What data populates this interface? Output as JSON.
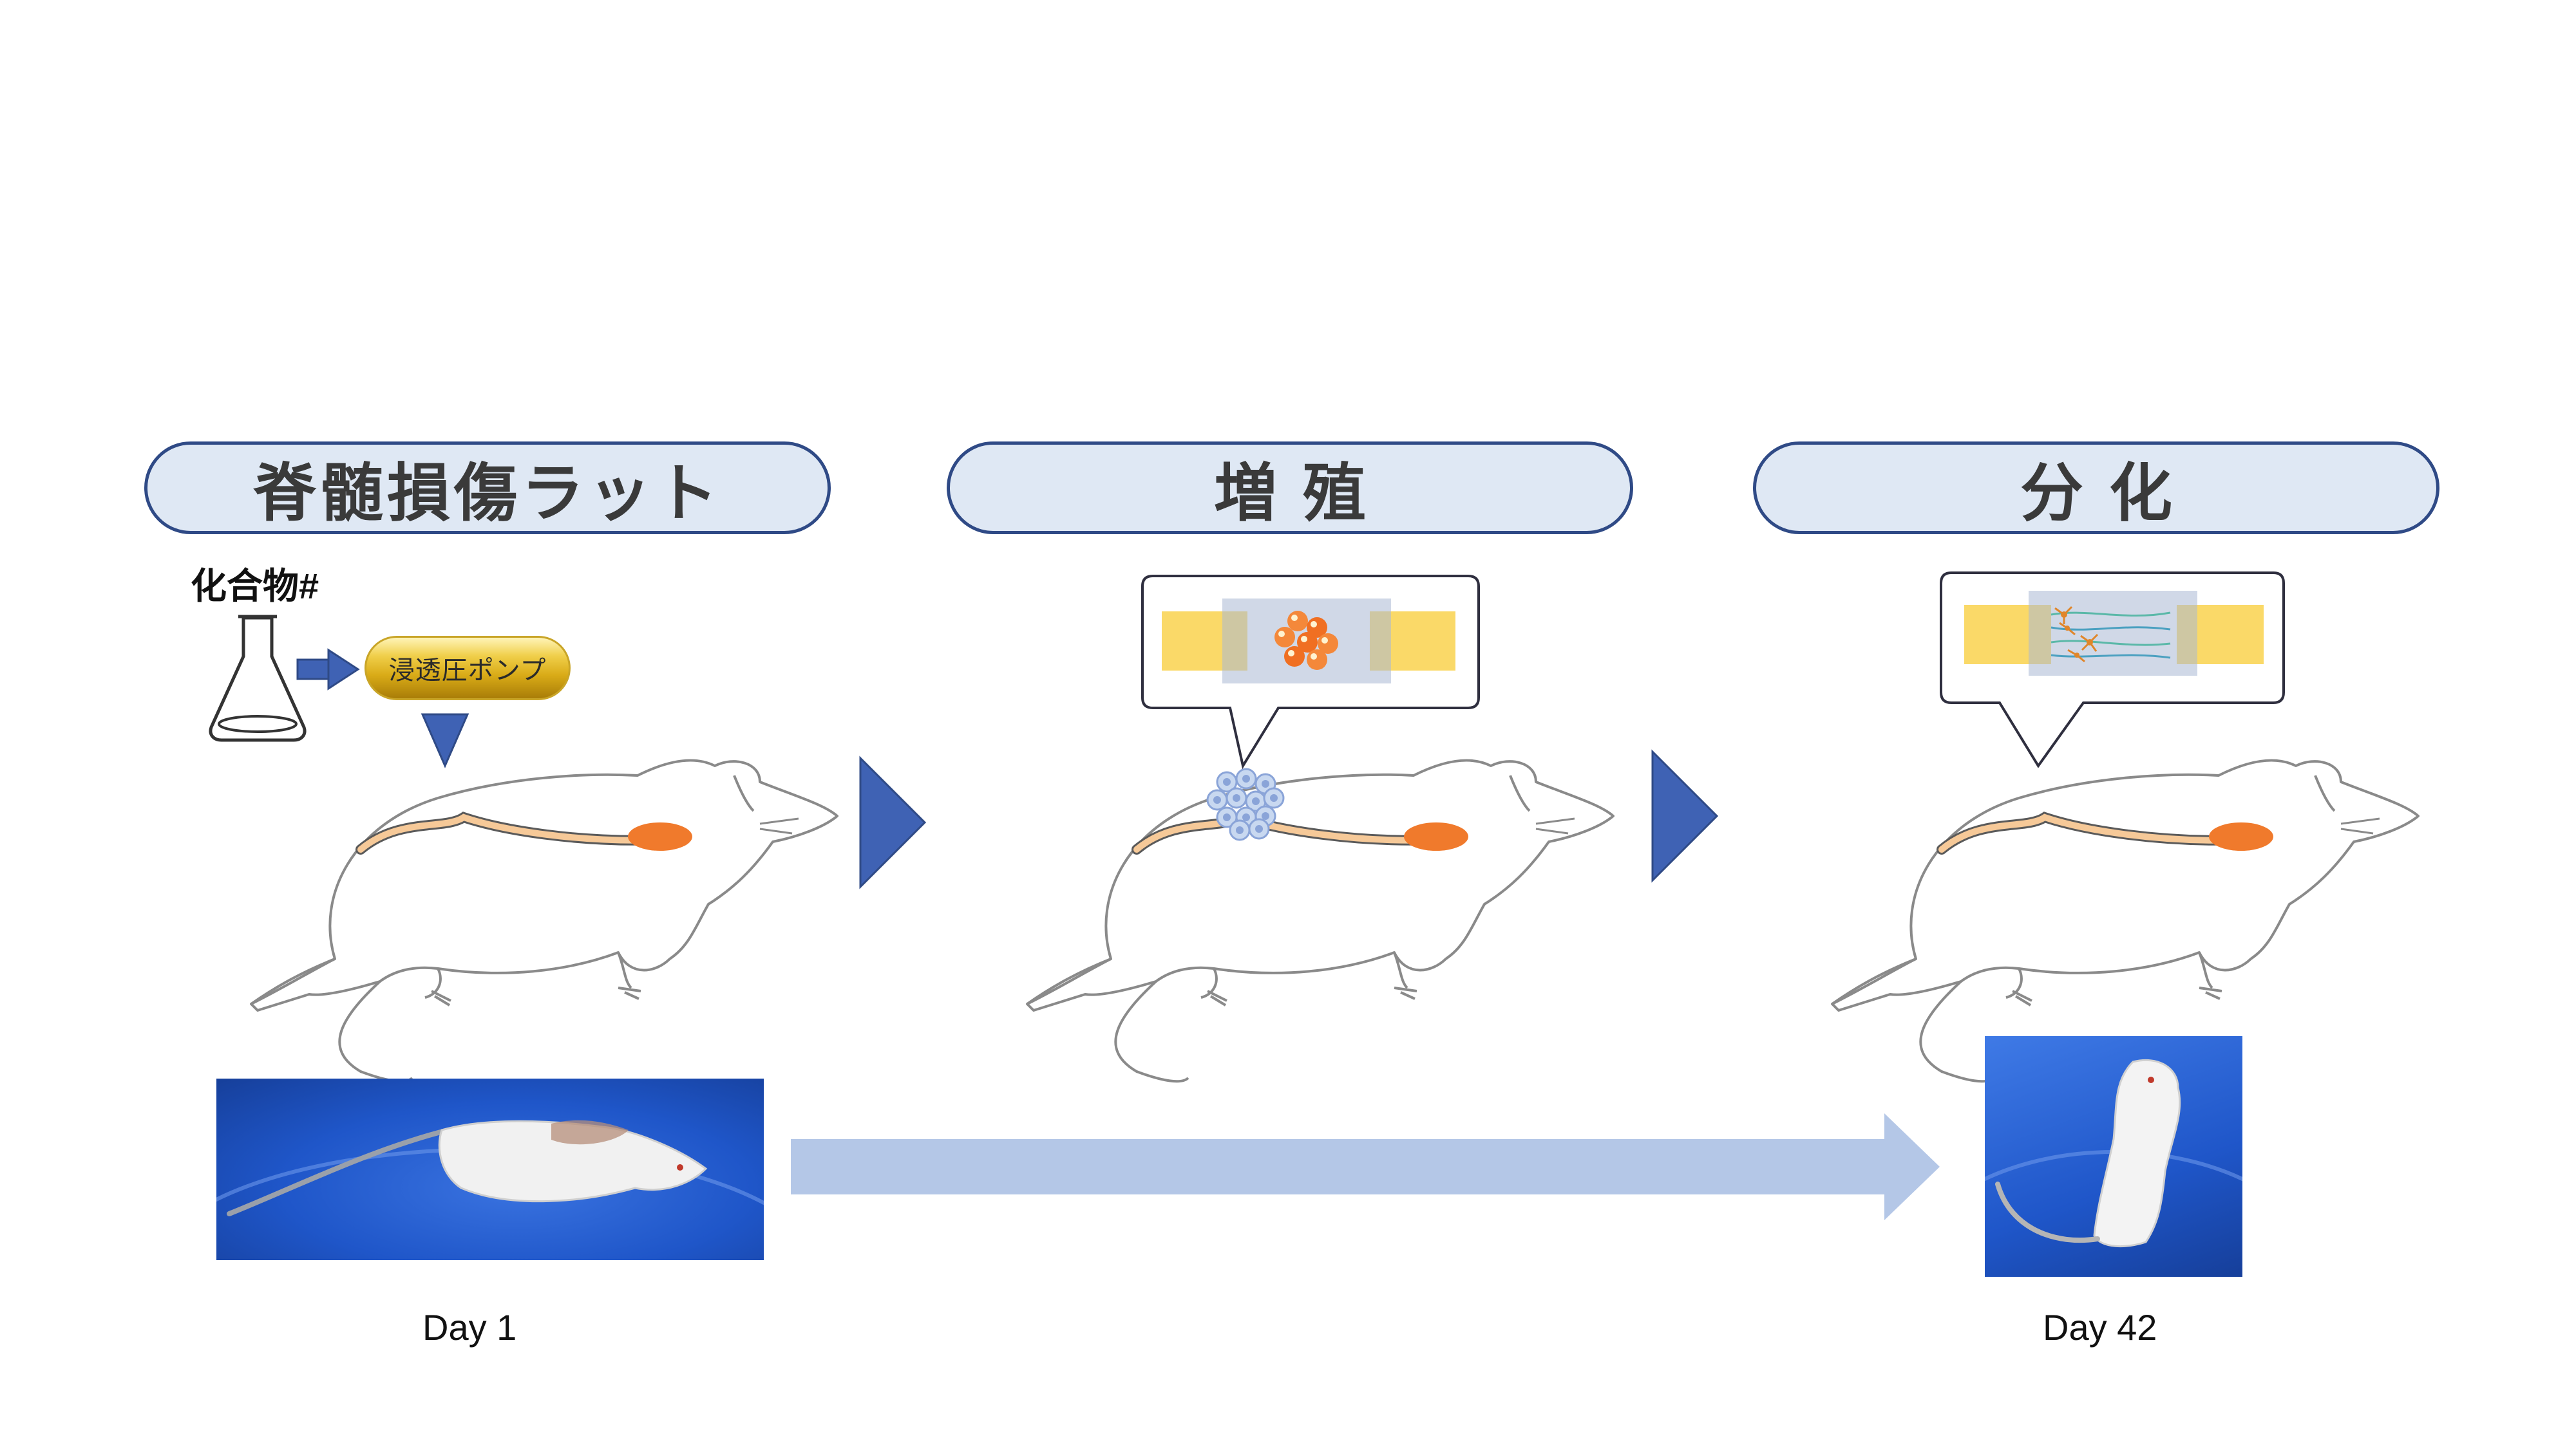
{
  "headers": {
    "stage1": "脊髄損傷ラット",
    "stage2": "増殖",
    "stage3": "分化"
  },
  "compound_label": "化合物#",
  "pump_label": "浸透圧ポンプ",
  "timeline": {
    "start_label": "Day 1",
    "end_label": "Day 42"
  },
  "colors": {
    "header_fill": "#dfe8f4",
    "header_border": "#2f4a86",
    "arrow_blue": "#3f62b4",
    "timeline_arrow": "#b4c7e7",
    "spinal_cord": "#f6c998",
    "brain": "#f07a2c",
    "scaffold_yellow": "#fad968",
    "photo_blue": "#1f56c9"
  },
  "icons": [
    "flask-icon",
    "pump-icon",
    "rat-icon",
    "cell-cluster-icon",
    "neuron-icon",
    "chevron-right-icon",
    "arrow-right-icon"
  ]
}
